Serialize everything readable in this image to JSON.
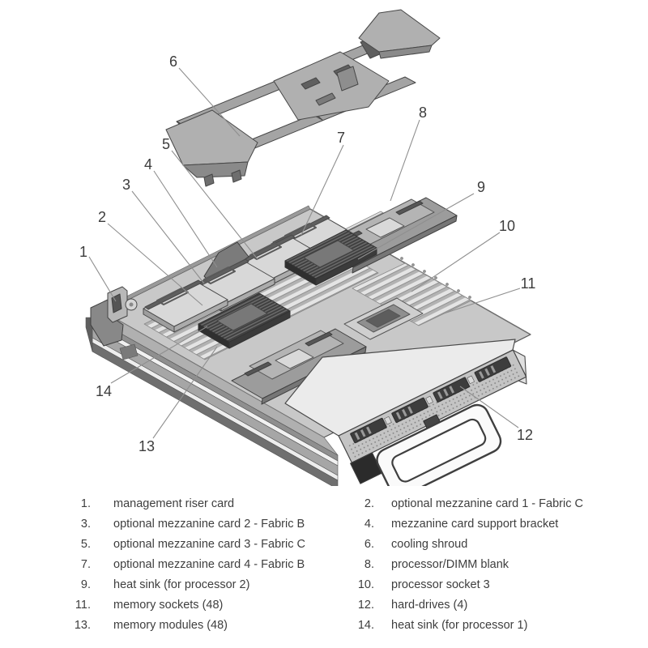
{
  "figure": {
    "type": "server exploded hardware diagram",
    "callouts": [
      {
        "label": "1"
      },
      {
        "label": "2"
      },
      {
        "label": "3"
      },
      {
        "label": "4"
      },
      {
        "label": "5"
      },
      {
        "label": "6"
      },
      {
        "label": "7"
      },
      {
        "label": "8"
      },
      {
        "label": "9"
      },
      {
        "label": "10"
      },
      {
        "label": "11"
      },
      {
        "label": "12"
      },
      {
        "label": "13"
      },
      {
        "label": "14"
      }
    ],
    "palette": {
      "outline": "#474747",
      "light_gray": "#d8d8d8",
      "mid_gray": "#a4a4a4",
      "dark_gray": "#4b4b4b",
      "leader_line": "#8f8f8f",
      "text": "#3e3e3e",
      "background": "#ffffff"
    }
  },
  "legend": {
    "rows": [
      {
        "n1": "1.",
        "t1": "management riser card",
        "n2": "2.",
        "t2": "optional mezzanine card 1 - Fabric C"
      },
      {
        "n1": "3.",
        "t1": "optional mezzanine card 2 - Fabric B",
        "n2": "4.",
        "t2": "mezzanine card support bracket"
      },
      {
        "n1": "5.",
        "t1": "optional mezzanine card 3 - Fabric C",
        "n2": "6.",
        "t2": "cooling shroud"
      },
      {
        "n1": "7.",
        "t1": "optional mezzanine card 4 - Fabric B",
        "n2": "8.",
        "t2": "processor/DIMM blank"
      },
      {
        "n1": "9.",
        "t1": "heat sink (for processor 2)",
        "n2": "10.",
        "t2": "processor socket 3"
      },
      {
        "n1": "11.",
        "t1": "memory sockets (48)",
        "n2": "12.",
        "t2": "hard-drives (4)"
      },
      {
        "n1": "13.",
        "t1": "memory modules (48)",
        "n2": "14.",
        "t2": "heat sink (for processor 1)"
      }
    ]
  }
}
